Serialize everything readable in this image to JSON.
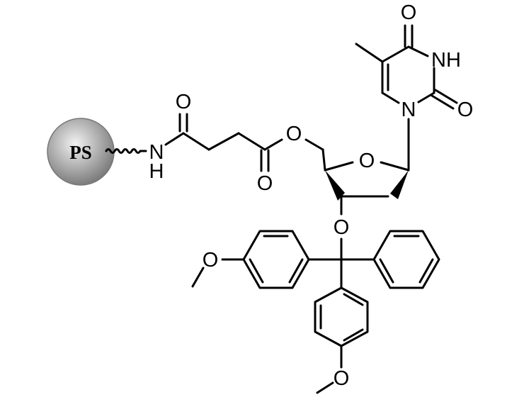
{
  "atoms": {
    "O_c4": "O",
    "NH_n3": "NH",
    "N_n1": "N",
    "O_c2": "O",
    "O_amide": "O",
    "N_amide": "N",
    "H_amide": "H",
    "O_ester": "O",
    "O_carbonyl": "O",
    "O_ring": "O",
    "O_trityl": "O",
    "O_methoxy_left": "O",
    "O_methoxy_bottom": "O"
  },
  "support_bead": {
    "label": "PS",
    "fill_light": "#f2f2f2",
    "fill_dark": "#7d7d7d"
  },
  "colors": {
    "bond": "#000000",
    "background": "#ffffff"
  }
}
